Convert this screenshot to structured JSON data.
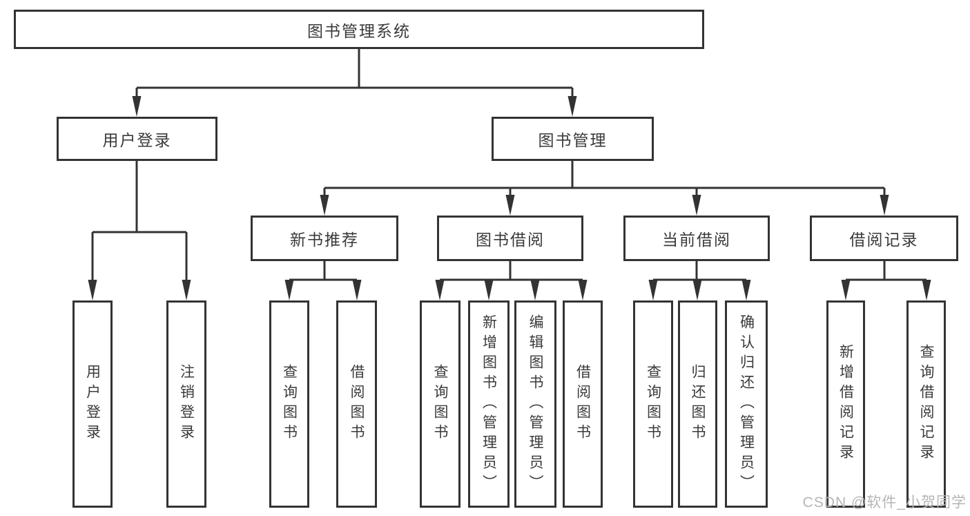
{
  "colors": {
    "line": "#333333",
    "text": "#3a3a3a",
    "box_bg": "#ffffff",
    "watermark": "#b5b5b5"
  },
  "watermark": "CSDN @软件_小贺同学",
  "tree": {
    "root": {
      "label": "图书管理系统"
    },
    "branches": [
      {
        "label": "用户登录",
        "children": [
          {
            "label": "用户登录"
          },
          {
            "label": "注销登录"
          }
        ]
      },
      {
        "label": "图书管理",
        "children": [
          {
            "label": "新书推荐",
            "children": [
              {
                "label": "查询图书"
              },
              {
                "label": "借阅图书"
              }
            ]
          },
          {
            "label": "图书借阅",
            "children": [
              {
                "label": "查询图书"
              },
              {
                "label": "新增图书（管理员）"
              },
              {
                "label": "编辑图书（管理员）"
              },
              {
                "label": "借阅图书"
              }
            ]
          },
          {
            "label": "当前借阅",
            "children": [
              {
                "label": "查询图书"
              },
              {
                "label": "归还图书"
              },
              {
                "label": "确认归还（管理员）"
              }
            ]
          },
          {
            "label": "借阅记录",
            "children": [
              {
                "label": "新增借阅记录"
              },
              {
                "label": "查询借阅记录"
              }
            ]
          }
        ]
      }
    ]
  }
}
